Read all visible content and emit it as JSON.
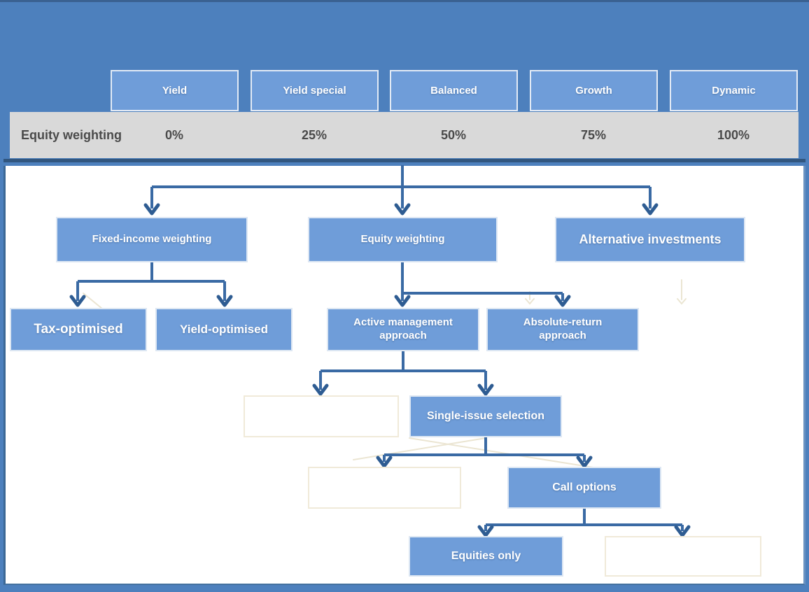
{
  "strategy_bar": {
    "row_label": "Equity weighting",
    "items": [
      {
        "label": "Yield",
        "value": "0%"
      },
      {
        "label": "Yield special",
        "value": "25%"
      },
      {
        "label": "Balanced",
        "value": "50%"
      },
      {
        "label": "Growth",
        "value": "75%"
      },
      {
        "label": "Dynamic",
        "value": "100%"
      }
    ]
  },
  "diagram": {
    "nodes": {
      "fixed_income": {
        "label": "Fixed-income weighting"
      },
      "equity": {
        "label": "Equity weighting"
      },
      "alternative": {
        "label": "Alternative investments"
      },
      "tax_optimised": {
        "label": "Tax-optimised"
      },
      "yield_optimised": {
        "label": "Yield-optimised"
      },
      "active_management": {
        "label": "Active management approach"
      },
      "absolute_return": {
        "label": "Absolute-return approach"
      },
      "single_issue": {
        "label": "Single-issue selection"
      },
      "call_options": {
        "label": "Call options"
      },
      "equities_only": {
        "label": "Equities only"
      },
      "empty_left_of_single_issue": {
        "label": ""
      },
      "empty_left_of_call_options": {
        "label": ""
      },
      "empty_right_of_equities_only": {
        "label": ""
      }
    }
  },
  "colors": {
    "background": "#4d80bd",
    "node_fill": "#6f9dd9",
    "node_border": "#dde7f3",
    "band_fill": "#d9d9d9",
    "band_text": "#4a4a4a",
    "connector": "#3a6aa4",
    "arrowhead": "#2e5c92",
    "divider": "#31567f",
    "ghost": "#ebe5d2",
    "text_on_blue": "#ffffff"
  }
}
